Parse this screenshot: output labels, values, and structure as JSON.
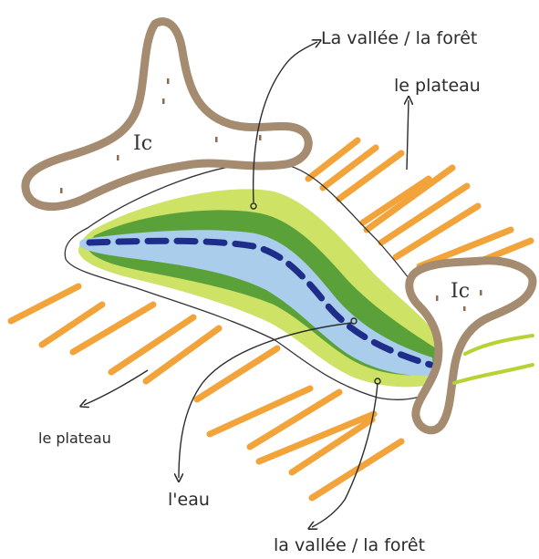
{
  "labels": {
    "vallee_foret_top": "La vallée / la forêt",
    "plateau_top": "le plateau",
    "plateau_left": "le plateau",
    "eau": "l'eau",
    "vallee_foret_bottom": "la vallée / la forêt",
    "ic_left": "Ic",
    "ic_right": "Ic"
  },
  "colors": {
    "plateau_stripe": "#f2a33a",
    "ic_outline": "#a58b6f",
    "forest_light": "#b5d334",
    "forest_dark": "#3f8f2e",
    "water": "#a9cdea",
    "river_dash": "#1e2d8a",
    "ink": "#2b2b2b"
  }
}
